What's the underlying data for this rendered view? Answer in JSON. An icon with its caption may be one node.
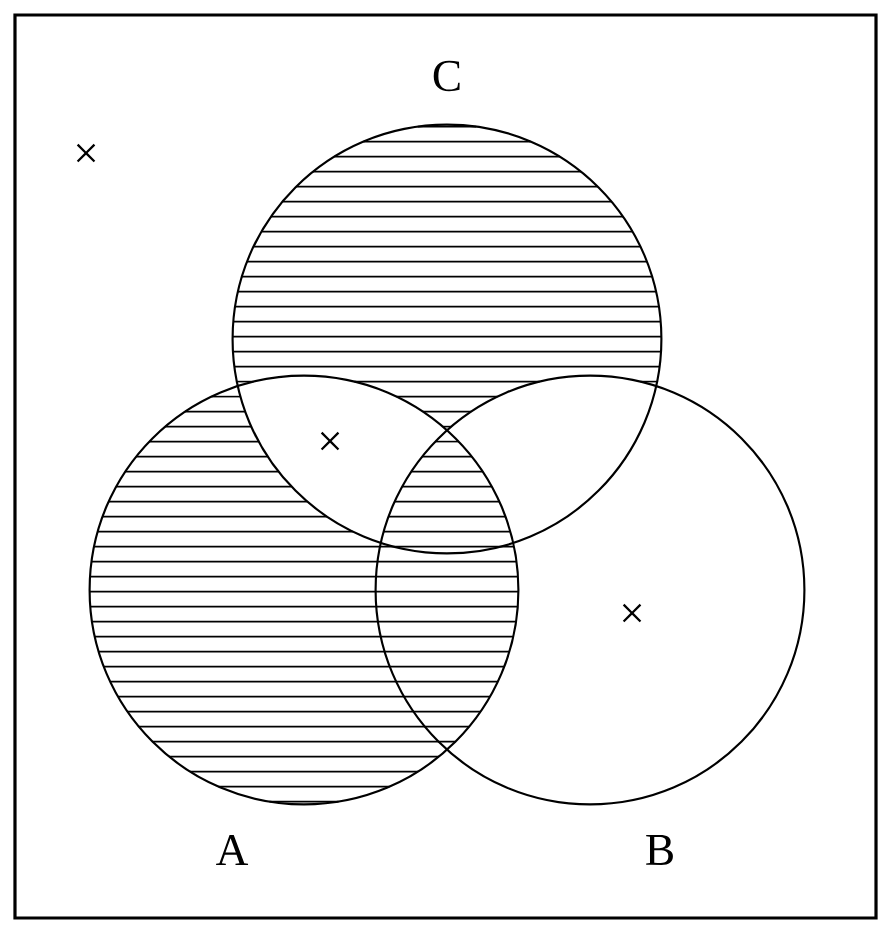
{
  "diagram": {
    "nodes": [
      {
        "text": [],
        "shape": "box"
      },
      {
        "text": [
          "C"
        ],
        "in": 0
      },
      {
        "text": [
          "A"
        ],
        "in": 0
      },
      {
        "text": [
          "B"
        ],
        "in": 0
      }
    ],
    "labels": [
      "×",
      "×",
      "×"
    ]
  }
}
